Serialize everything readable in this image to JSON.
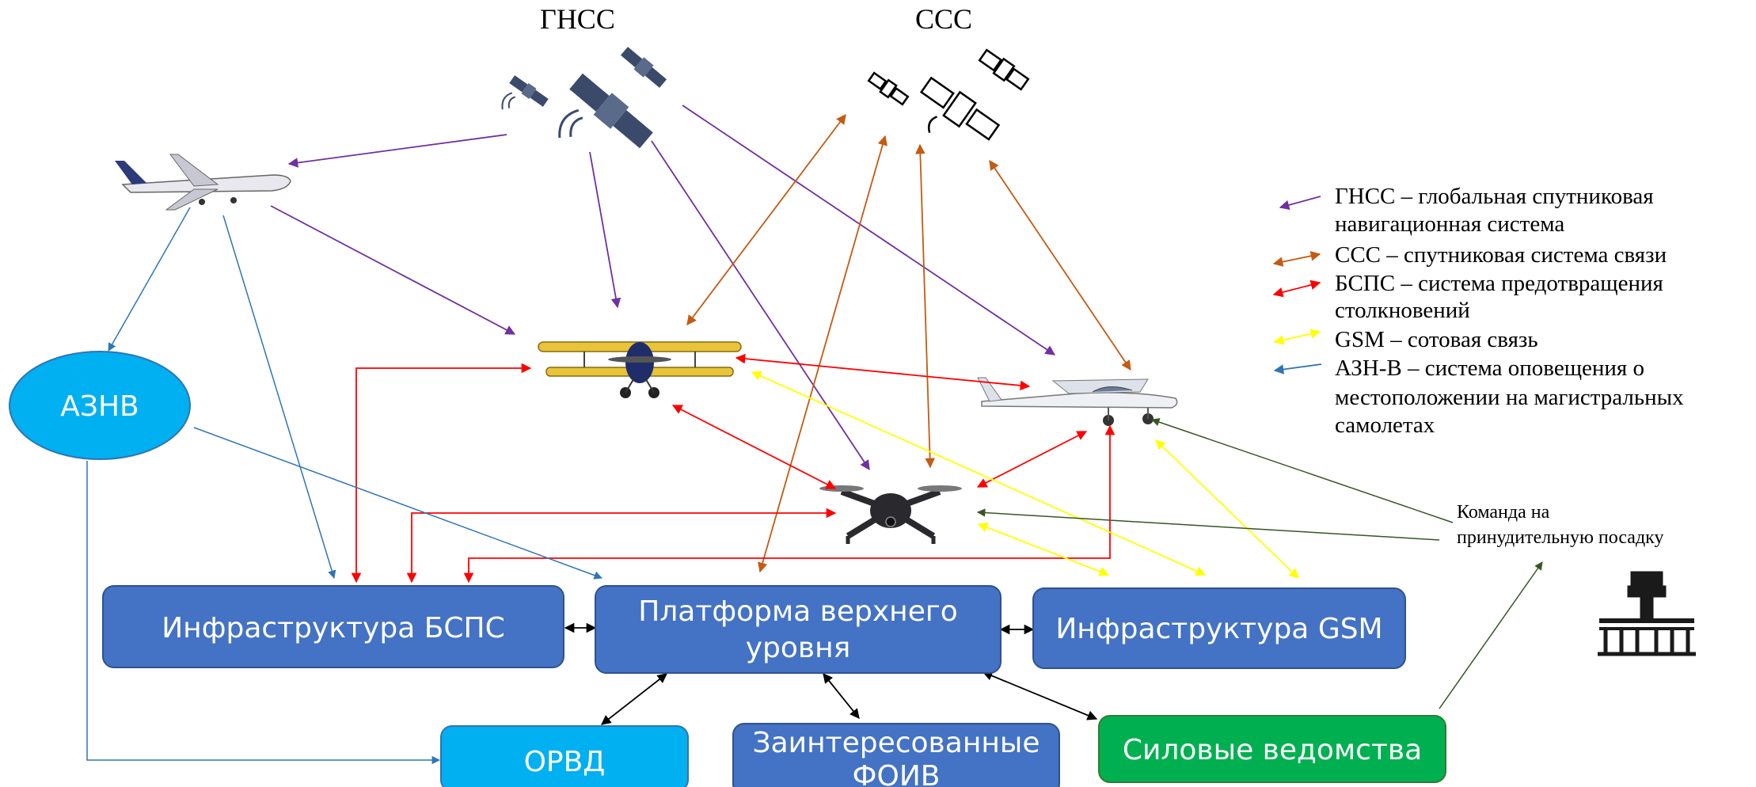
{
  "colors": {
    "box_blue": "#4472C4",
    "box_cyan": "#00B0F0",
    "box_green": "#00B050",
    "ellipse": "#00B0F0",
    "gnss": "#7030A0",
    "sss": "#C55A11",
    "bsps": "#FF0000",
    "gsm": "#FFFF00",
    "adsb": "#2E75B6",
    "command": "#375623",
    "black": "#000000"
  },
  "top_labels": {
    "gnss": "ГНСС",
    "sss": "ССС"
  },
  "nodes": {
    "azn": "АЗНВ",
    "infra_bsps": "Инфраструктура БСПС",
    "platform_line1": "Платформа верхнего",
    "platform_line2": "уровня",
    "infra_gsm": "Инфраструктура GSM",
    "orvd": "ОРВД",
    "foiv_line1": "Заинтересованные",
    "foiv_line2": "ФОИВ",
    "power": "Силовые ведомства"
  },
  "command_note": {
    "line1": "Команда на",
    "line2": "принудительную посадку"
  },
  "legend": [
    {
      "icon": "purple-arrow-icon",
      "line1": "ГНСС – глобальная спутниковая",
      "line2": "навигационная система"
    },
    {
      "icon": "orange-double-arrow-icon",
      "line1": "ССС – спутниковая система связи",
      "line2": ""
    },
    {
      "icon": "red-double-arrow-icon",
      "line1": "БСПС – система предотвращения",
      "line2": "столкновений"
    },
    {
      "icon": "yellow-double-arrow-icon",
      "line1": "GSM – сотовая связь",
      "line2": ""
    },
    {
      "icon": "blue-arrow-icon",
      "line1": "АЗН-В – система оповещения о",
      "line2": "местоположении на магистральных",
      "line3": "самолетах"
    }
  ],
  "icons": {
    "satellites_gnss": "satellite-icon",
    "satellites_sss": "satellite-outline-icon",
    "airliner": "airliner-icon",
    "biplane": "biplane-icon",
    "light_aircraft": "light-aircraft-icon",
    "drone": "drone-icon",
    "control_tower": "control-tower-icon"
  }
}
